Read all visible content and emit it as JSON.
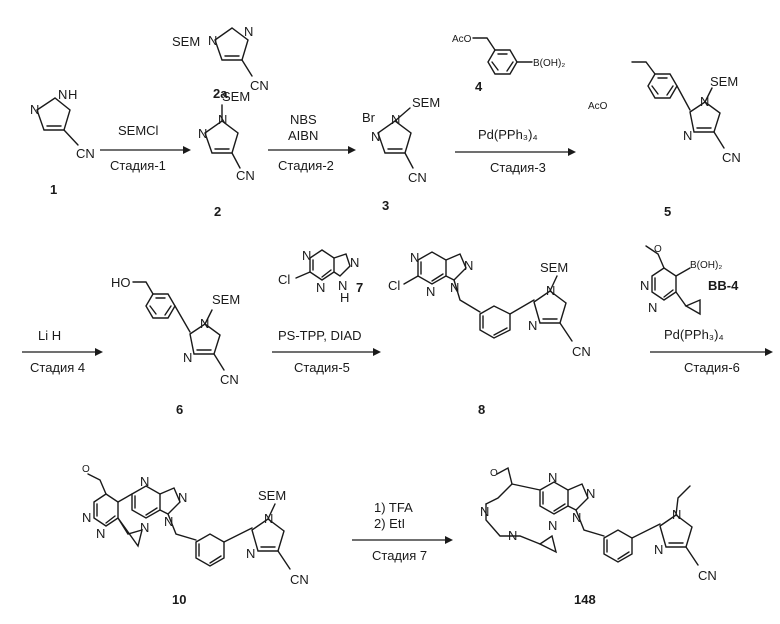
{
  "atoms": {
    "n": "N",
    "nh": "N",
    "h": "H",
    "hn": "H",
    "cn": "CN",
    "sem": "SEM",
    "br": "Br",
    "cl": "Cl",
    "aco": "AcO",
    "ho": "HO",
    "b_oh2": "B(OH)₂",
    "b_oh2_bb": "B(OH)₂",
    "o": "O",
    "pd_pph3_4": "Pd(PPh₃)₄"
  },
  "compounds": {
    "c1": "1",
    "c2": "2",
    "c2a": "2a",
    "c3": "3",
    "c4": "4",
    "c5": "5",
    "c6": "6",
    "c7": "7",
    "c8": "8",
    "c10": "10",
    "c148": "148",
    "bb4": "BB-4"
  },
  "reagents": {
    "r1_top": "SEMCl",
    "r1_bottom": "Стадия-1",
    "r2_top1": "NBS",
    "r2_top2": "AIBN",
    "r2_bottom": "Стадия-2",
    "r3_top": "Pd(PPh₃)₄",
    "r3_bottom": "Стадия-3",
    "r4_top": "Li   H",
    "r4_bottom": "Стадия 4",
    "r5_top": "PS-TPP, DIAD",
    "r5_bottom": "Стадия-5",
    "r6_top": "Pd(PPh₃)₄",
    "r6_bottom": "Стадия-6",
    "r7_top1": "1) TFA",
    "r7_top2": "2) EtI",
    "r7_bottom": "Стадия 7"
  }
}
